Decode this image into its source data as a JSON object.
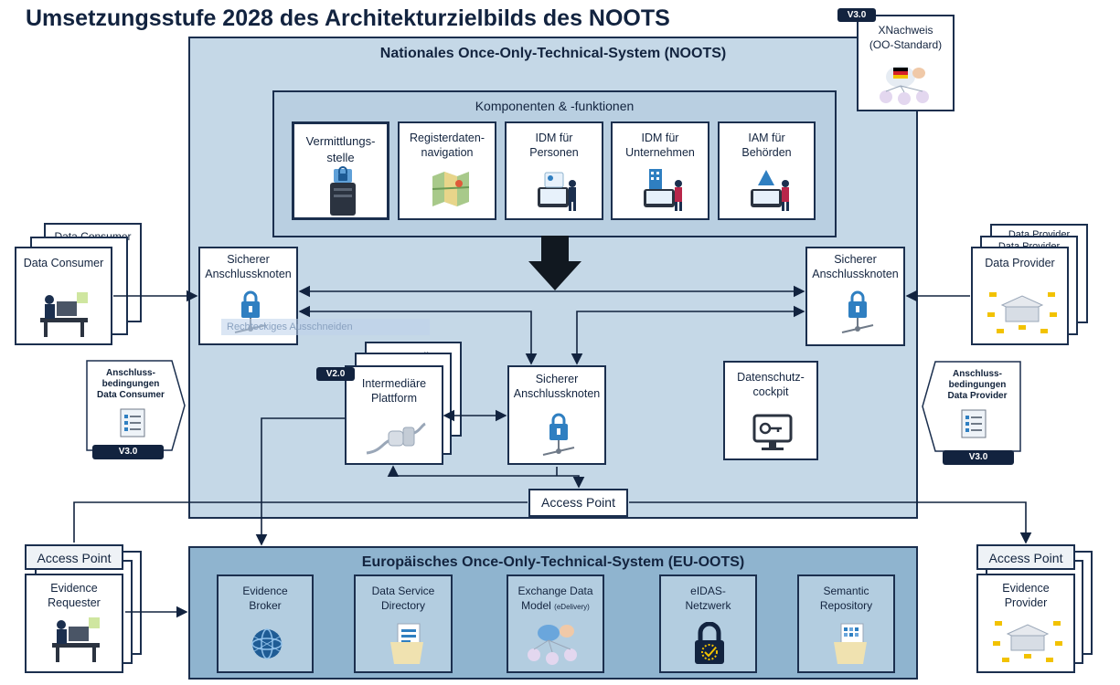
{
  "title": "Umsetzungsstufe 2028 des Architekturzielbilds des NOOTS",
  "noots": {
    "title": "Nationales Once-Only-Technical-System (NOOTS)"
  },
  "components": {
    "title": "Komponenten & -funktionen",
    "items": [
      {
        "line1": "Vermittlungs-",
        "line2": "stelle"
      },
      {
        "line1": "Registerdaten-",
        "line2": "navigation"
      },
      {
        "line1": "IDM für",
        "line2": "Personen"
      },
      {
        "line1": "IDM für",
        "line2": "Unternehmen"
      },
      {
        "line1": "IAM für",
        "line2": "Behörden"
      }
    ]
  },
  "xnachweis": {
    "line1": "XNachweis",
    "line2": "(OO-Standard)",
    "badge": "V3.0"
  },
  "node_left": {
    "line1": "Sicherer",
    "line2": "Anschlussknoten"
  },
  "node_right": {
    "line1": "Sicherer",
    "line2": "Anschlussknoten"
  },
  "node_center": {
    "line1": "Sicherer",
    "line2": "Anschlussknoten"
  },
  "intermediary": {
    "back_label": "Intermediäre",
    "line1": "Intermediäre",
    "line2": "Plattform",
    "badge": "V2.0"
  },
  "privacy": {
    "line1": "Datenschutz-",
    "line2": "cockpit"
  },
  "ghost_text": "Rechteckiges Ausschneiden",
  "consumer": {
    "back_label": "Data Consumer",
    "label": "Data Consumer"
  },
  "provider": {
    "back_label": "Data Provider",
    "mid_label": "Data Provider",
    "label": "Data Provider"
  },
  "conditions_consumer": {
    "line1": "Anschluss-",
    "line2": "bedingungen",
    "line3": "Data Consumer",
    "badge": "V3.0"
  },
  "conditions_provider": {
    "line1": "Anschluss-",
    "line2": "bedingungen",
    "line3": "Data Provider",
    "badge": "V3.0"
  },
  "access_point_center": "Access Point",
  "access_point_left": {
    "title": "Access Point",
    "line1": "Evidence",
    "line2": "Requester"
  },
  "access_point_right": {
    "title": "Access Point",
    "line1": "Evidence",
    "line2": "Provider"
  },
  "eu": {
    "title": "Europäisches Once-Only-Technical-System (EU-OOTS)",
    "items": [
      {
        "line1": "Evidence",
        "line2": "Broker",
        "line2_small": ""
      },
      {
        "line1": "Data Service",
        "line2": "Directory",
        "line2_small": ""
      },
      {
        "line1": "Exchange Data",
        "line2": "Model",
        "line2_small": "(eDelivery)"
      },
      {
        "line1": "eIDAS-",
        "line2": "Netzwerk",
        "line2_small": ""
      },
      {
        "line1": "Semantic",
        "line2": "Repository",
        "line2_small": ""
      }
    ]
  },
  "colors": {
    "navy": "#12233f",
    "noots_bg": "#c5d8e7",
    "eu_bg": "#8fb4cf",
    "lock": "#2f7fc1"
  }
}
